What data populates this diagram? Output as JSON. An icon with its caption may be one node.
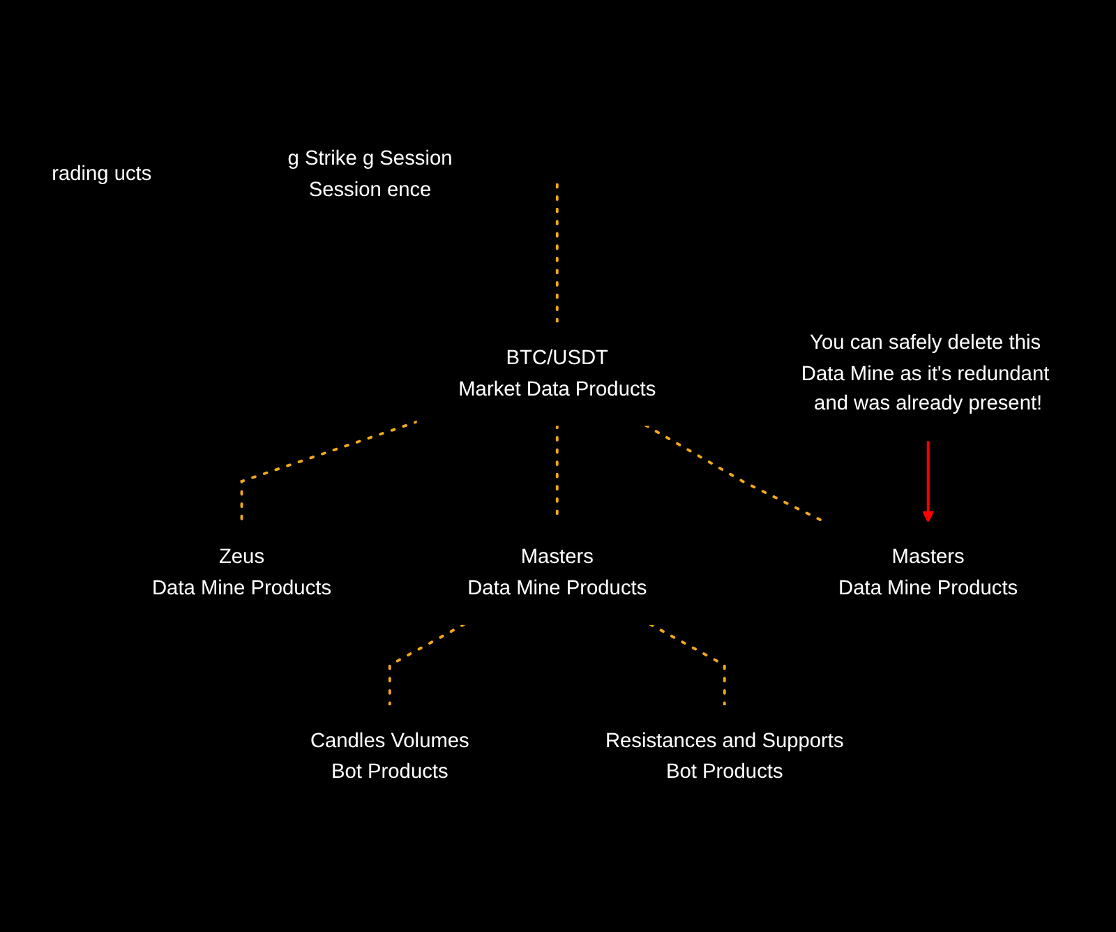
{
  "diagram": {
    "nodes": [
      {
        "text": [
          "rading ucts"
        ]
      },
      {
        "text": [
          "BTC/USDT",
          "Market Data Products"
        ]
      },
      {
        "text": [
          "g Strike g Session",
          "Session ence"
        ]
      },
      {
        "text": [
          "Zeus",
          "Data Mine Products"
        ]
      },
      {
        "text": [
          "Masters",
          "Data Mine Products"
        ]
      },
      {
        "text": [
          "Masters",
          "Data Mine Products"
        ]
      },
      {
        "text": [
          "Candles Volumes",
          "Bot Products"
        ]
      },
      {
        "text": [
          "Resistances and Supports",
          "Bot Products"
        ]
      },
      {
        "text": [
          "You can safely delete this Data Mine as it's redundant and was already present!"
        ]
      }
    ],
    "edges": [
      {
        "from": null,
        "to": 1,
        "arrow": "none",
        "style": "dashed"
      },
      {
        "from": 1,
        "to": 3,
        "arrow": "none",
        "style": "dashed"
      },
      {
        "from": 1,
        "to": 5,
        "arrow": "none",
        "style": "dashed"
      },
      {
        "from": 1,
        "to": 4,
        "arrow": "none",
        "style": "dashed"
      },
      {
        "from": 4,
        "to": 6,
        "arrow": "none",
        "style": "dashed"
      },
      {
        "from": 4,
        "to": 7,
        "arrow": "none",
        "style": "dashed"
      },
      {
        "from": 8,
        "to": 5,
        "arrow": "to",
        "color": "#ff0000"
      }
    ]
  }
}
